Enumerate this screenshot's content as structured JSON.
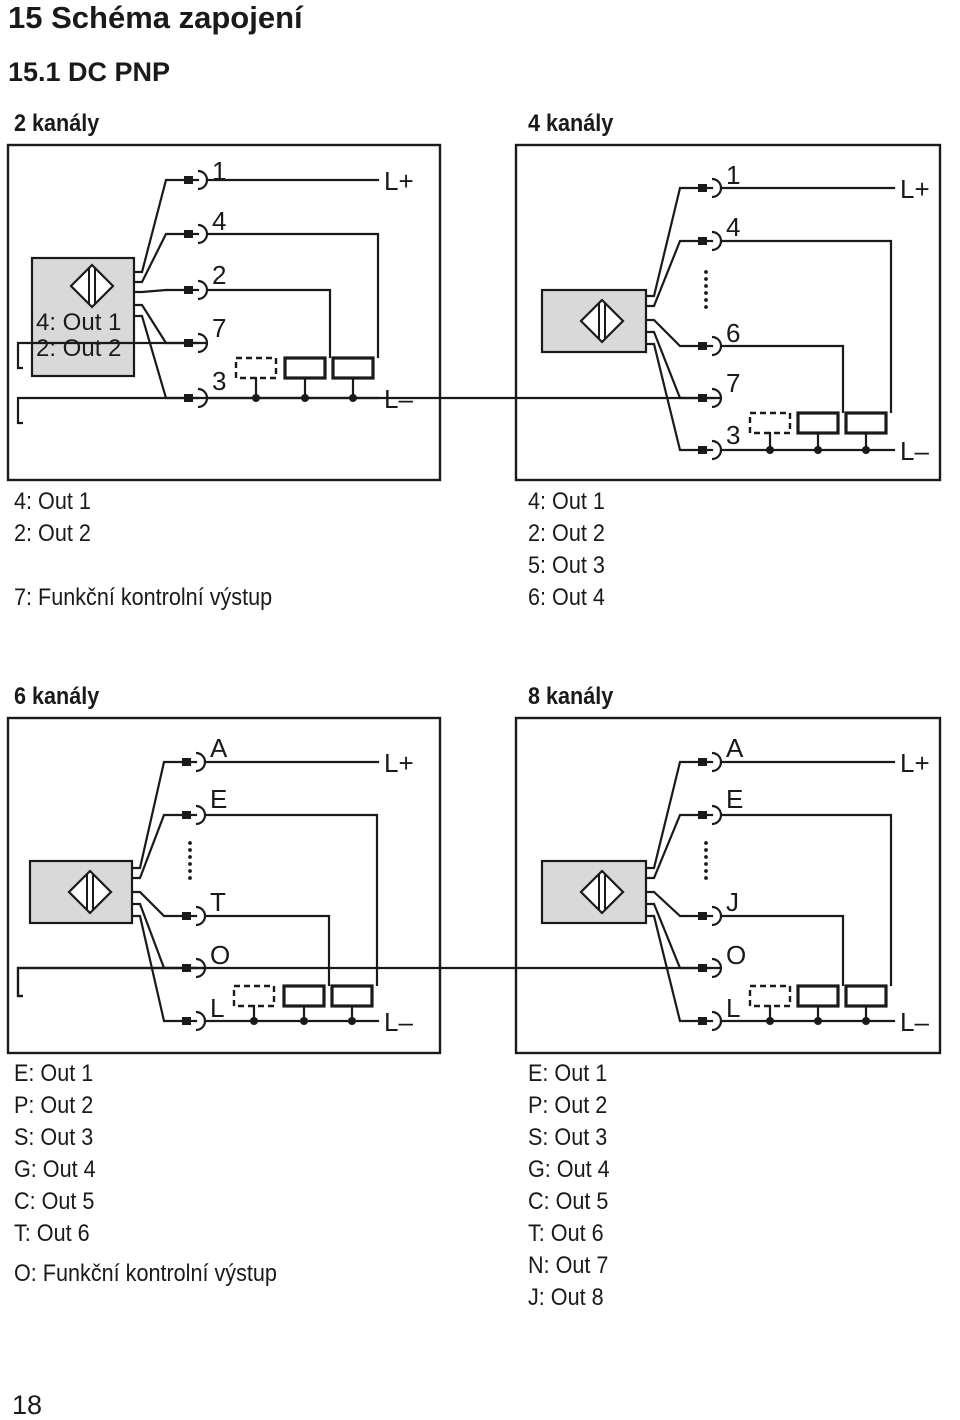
{
  "page": {
    "title": "15 Schéma zapojení",
    "subtitle": "15.1 DC PNP",
    "page_number": "18"
  },
  "panels": [
    {
      "id": "two",
      "heading": "2 kanály",
      "sensor_text": [
        "4: Out 1",
        "2: Out 2"
      ],
      "pins": [
        "1",
        "4",
        "2",
        "7",
        "3"
      ],
      "supply_plus": "L+",
      "supply_minus": "L–",
      "legend": [
        "4: Out 1",
        "2: Out 2",
        "",
        "7: Funkční kontrolní výstup"
      ]
    },
    {
      "id": "four",
      "heading": "4 kanály",
      "pins": [
        "1",
        "4",
        "6",
        "7",
        "3"
      ],
      "supply_plus": "L+",
      "supply_minus": "L–",
      "legend": [
        "4: Out 1",
        "2: Out 2",
        "5: Out 3",
        "6: Out 4"
      ]
    },
    {
      "id": "six",
      "heading": "6 kanály",
      "pins": [
        "A",
        "E",
        "T",
        "O",
        "L"
      ],
      "supply_plus": "L+",
      "supply_minus": "L–",
      "legend": [
        "E: Out 1",
        "P: Out 2",
        "S: Out 3",
        "G: Out 4",
        "C: Out 5",
        "T: Out 6",
        "",
        "O: Funkční kontrolní výstup"
      ]
    },
    {
      "id": "eight",
      "heading": "8 kanály",
      "pins": [
        "A",
        "E",
        "J",
        "O",
        "L"
      ],
      "supply_plus": "L+",
      "supply_minus": "L–",
      "legend": [
        "E: Out 1",
        "P: Out 2",
        "S: Out 3",
        "G: Out 4",
        "C: Out 5",
        "T: Out 6",
        "N: Out 7",
        "J: Out 8"
      ]
    }
  ]
}
